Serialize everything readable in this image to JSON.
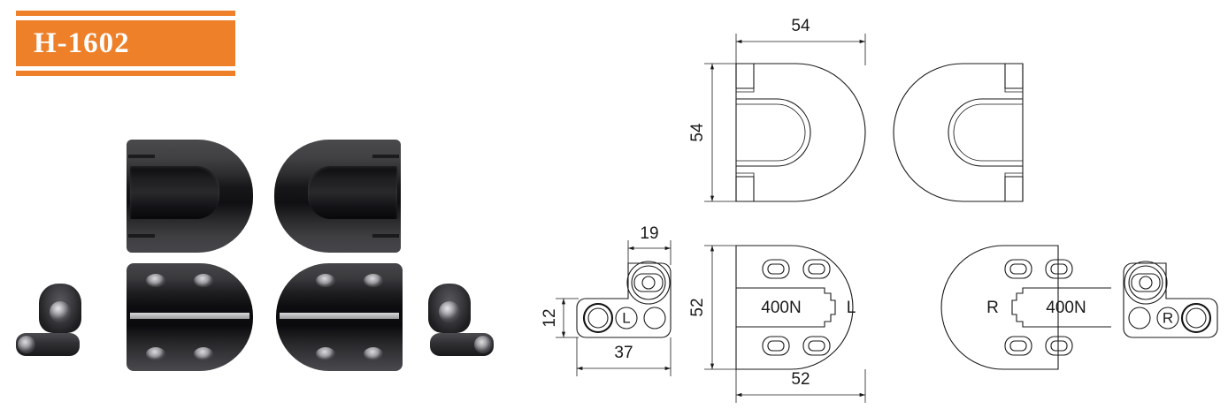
{
  "product": {
    "model_code": "H-1602",
    "accent_color": "#ee8029",
    "banner_text_color": "#ffffff"
  },
  "photos": {
    "caption": "",
    "items": [
      {
        "name": "cap-profile-left",
        "variant": "L"
      },
      {
        "name": "cap-profile-right",
        "variant": "R"
      },
      {
        "name": "pivot-bracket-left",
        "variant": "L"
      },
      {
        "name": "mounting-plate-left",
        "variant": "L"
      },
      {
        "name": "mounting-plate-right",
        "variant": "R"
      },
      {
        "name": "pivot-bracket-right",
        "variant": "R"
      }
    ]
  },
  "drawings": {
    "top_view": {
      "title": "",
      "width_dim": "54",
      "height_dim": "54",
      "left_part_label": "",
      "right_part_label": ""
    },
    "bracket_small": {
      "width_dim": "19",
      "height_dim": "12",
      "base_dim": "37",
      "marking": "L"
    },
    "plate_left": {
      "height_dim": "52",
      "width_dim": "52",
      "force_rating": "400N",
      "hand_marking": "L"
    },
    "plate_right": {
      "force_rating": "400N",
      "hand_marking": "R"
    },
    "bracket_small_right": {
      "marking": "R"
    }
  },
  "dimension_units": ""
}
